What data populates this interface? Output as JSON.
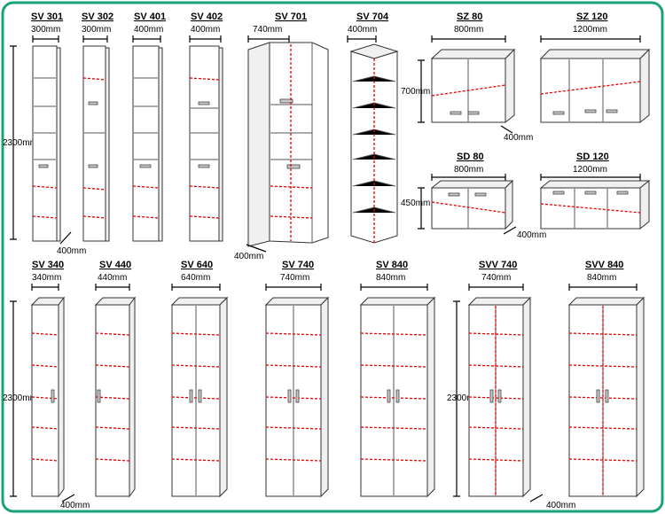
{
  "colors": {
    "frame": "#1aa37a",
    "cut_line": "#e00000"
  },
  "height_labels": {
    "tall": "2300mm",
    "wall": "700mm",
    "low": "450mm"
  },
  "depth_label": "400mm",
  "top_row": [
    {
      "code": "SV 301",
      "width": "300mm"
    },
    {
      "code": "SV 302",
      "width": "300mm"
    },
    {
      "code": "SV 401",
      "width": "400mm"
    },
    {
      "code": "SV 402",
      "width": "400mm"
    },
    {
      "code": "SV 701",
      "width": "740mm"
    },
    {
      "code": "SV 704",
      "width": "400mm"
    }
  ],
  "wall_units": [
    {
      "code": "SZ 80",
      "width": "800mm"
    },
    {
      "code": "SZ 120",
      "width": "1200mm"
    }
  ],
  "low_units": [
    {
      "code": "SD 80",
      "width": "800mm"
    },
    {
      "code": "SD 120",
      "width": "1200mm"
    }
  ],
  "bottom_row": [
    {
      "code": "SV 340",
      "width": "340mm"
    },
    {
      "code": "SV 440",
      "width": "440mm"
    },
    {
      "code": "SV 640",
      "width": "640mm"
    },
    {
      "code": "SV 740",
      "width": "740mm"
    },
    {
      "code": "SV 840",
      "width": "840mm"
    },
    {
      "code": "SVV 740",
      "width": "740mm"
    },
    {
      "code": "SVV 840",
      "width": "840mm"
    }
  ]
}
